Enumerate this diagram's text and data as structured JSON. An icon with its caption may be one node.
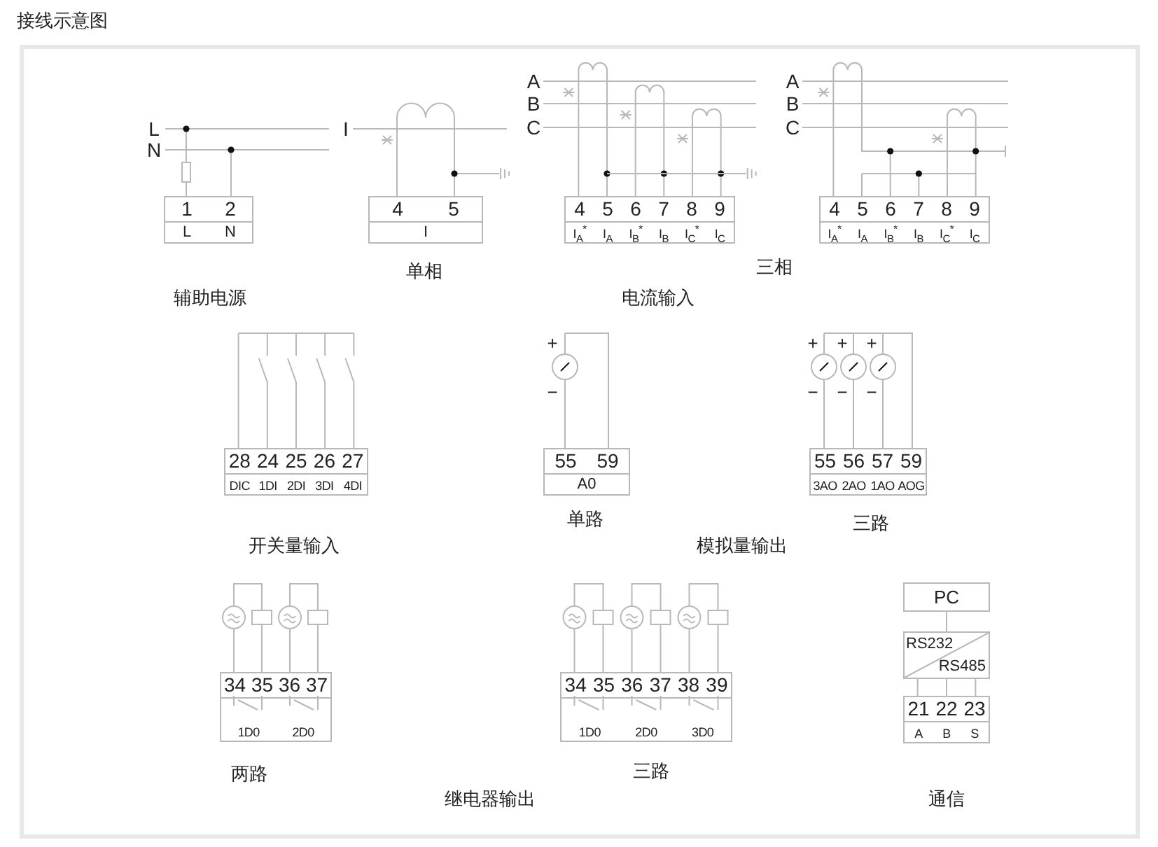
{
  "diagram": {
    "title": "接线示意图",
    "nodes": [
      {
        "text": [
          "1",
          "2",
          "L",
          "N"
        ]
      },
      {
        "text": [
          "4",
          "5",
          "I"
        ]
      },
      {
        "text": [
          "4",
          "5",
          "6",
          "7",
          "8",
          "9",
          "I$_{A}$$^{*}$",
          "I$_{A}$",
          "I$_{B}$$^{*}$",
          "I$_{B}$",
          "I$_{C}$$^{*}$",
          "I$_{C}$"
        ]
      },
      {
        "text": [
          "4",
          "5",
          "6",
          "7",
          "8",
          "9",
          "I$_{A}$$^{*}$",
          "I$_{A}$",
          "I$_{B}$$^{*}$",
          "I$_{B}$",
          "I$_{C}$$^{*}$",
          "I$_{C}$"
        ]
      },
      {
        "text": [
          "28",
          "24",
          "25",
          "26",
          "27",
          "DIC",
          "1DI",
          "2DI",
          "3DI",
          "4DI"
        ]
      },
      {
        "text": [
          "55",
          "59",
          "A0"
        ]
      },
      {
        "text": [
          "55",
          "56",
          "57",
          "59",
          "3AO",
          "2AO",
          "1AO",
          "AOG"
        ]
      },
      {
        "text": [
          "34",
          "35",
          "36",
          "37",
          "1D0",
          "2D0"
        ]
      },
      {
        "text": [
          "34",
          "35",
          "36",
          "37",
          "38",
          "39",
          "1D0",
          "2D0",
          "3D0"
        ]
      },
      {
        "text": [
          "PC"
        ]
      },
      {
        "text": [
          "RS232",
          "RS485"
        ]
      },
      {
        "text": [
          "21",
          "22",
          "23",
          "A",
          "B",
          "S"
        ]
      }
    ],
    "edges": [
      {
        "from": 9,
        "to": 10,
        "arrow": "none"
      },
      {
        "from": 10,
        "to": 11,
        "arrow": "none"
      },
      {
        "from": 10,
        "to": 11,
        "arrow": "none"
      },
      {
        "from": 10,
        "to": 11,
        "arrow": "none"
      }
    ],
    "labels": [
      "L",
      "N",
      "I",
      "A",
      "B",
      "C",
      "A",
      "B",
      "C",
      "单相",
      "三相",
      "辅助电源",
      "电流输入",
      "+",
      "−",
      "+",
      "+",
      "+",
      "−",
      "−",
      "−",
      "开关量输入",
      "单路",
      "三路",
      "模拟量输出",
      "两路",
      "三路",
      "继电器输出",
      "通信"
    ]
  }
}
